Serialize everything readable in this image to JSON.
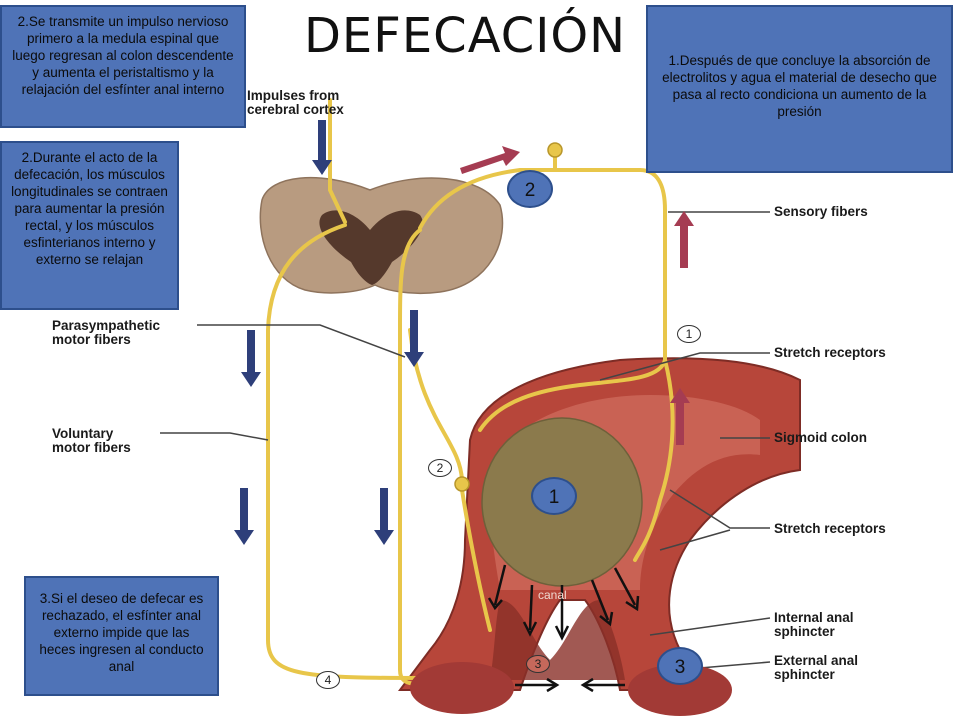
{
  "title": "DEFECACIÓN",
  "boxes": {
    "box1": "1.Después de que concluye la absorción de electrolitos y agua el material de desecho que pasa al recto condiciona un aumento de la presión",
    "box2_top": "2.Se transmite un impulso nervioso  primero  a la medula espinal que luego regresan al colon descendente y aumenta el peristaltismo y la relajación del esfínter anal interno",
    "box2_left": "2.Durante el acto de la defecación, los músculos longitudinales se contraen para aumentar la presión rectal, y los músculos esfinterianos interno y externo se relajan",
    "box3": "3.Si el deseo de defecar es rechazado, el esfínter anal externo impide que  las heces ingresen al conducto anal"
  },
  "labels": {
    "impulses_1": "Impulses from",
    "impulses_2": "cerebral cortex",
    "sensory": "Sensory fibers",
    "stretch_1": "Stretch receptors",
    "sigmoid": "Sigmoid colon",
    "stretch_2": "Stretch receptors",
    "internal_1": "Internal anal",
    "internal_2": "sphincter",
    "external_1": "External anal",
    "external_2": "sphincter",
    "parasym_1": "Parasympathetic",
    "parasym_2": "motor fibers",
    "voluntary_1": "Voluntary",
    "voluntary_2": "motor fibers",
    "canal": "canal"
  },
  "markers": {
    "big_1": "1",
    "big_2": "2",
    "big_3": "3",
    "small_1": "1",
    "small_2": "2",
    "small_3": "3",
    "small_4": "4"
  },
  "colors": {
    "box_fill": "#4f73b7",
    "nerve": "#e8c64a",
    "feces": "#8b7a4c",
    "tissue": "#b5443a",
    "sphincter": "#a23a36",
    "spinal_cord": "#b99a7e"
  }
}
